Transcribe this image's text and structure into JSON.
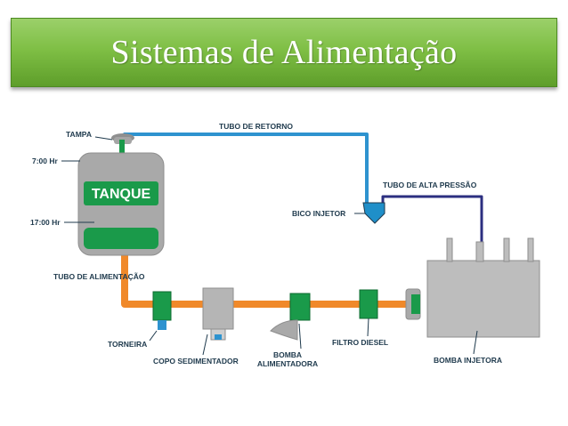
{
  "title": "Sistemas de Alimentação",
  "colors": {
    "return_pipe": "#2e93cf",
    "high_pressure_pipe": "#2c2f80",
    "feed_pipe": "#f0892a",
    "component_green": "#1a9a4a",
    "tank_gray": "#a9a9a9"
  },
  "labels": {
    "tampa": "TAMPA",
    "hr_700": "7:00 Hr",
    "hr_1700": "17:00 Hr",
    "tanque": "TANQUE",
    "tubo_retorno": "TUBO DE RETORNO",
    "tubo_alta_pressao": "TUBO DE ALTA PRESSÃO",
    "bico_injetor": "BICO INJETOR",
    "tubo_alimentacao": "TUBO DE ALIMENTAÇÃO",
    "torneira": "TORNEIRA",
    "copo_sedimentador": "COPO SEDIMENTADOR",
    "bomba_line1": "BOMBA",
    "bomba_line2": "ALIMENTADORA",
    "filtro_diesel": "FILTRO DIESEL",
    "bomba_injetora": "BOMBA INJETORA"
  }
}
